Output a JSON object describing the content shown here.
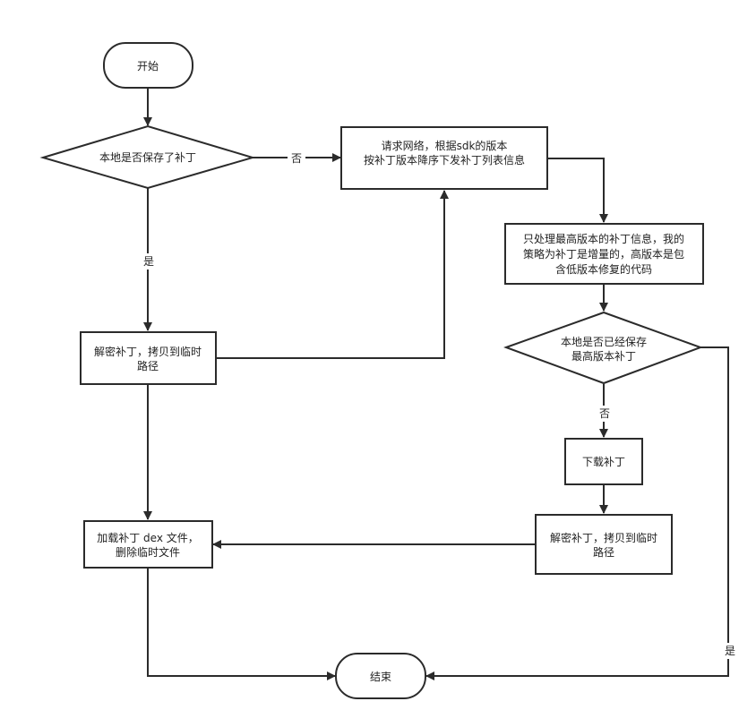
{
  "nodes": {
    "start": "开始",
    "check_local": "本地是否保存了补丁",
    "request_network": [
      "请求网络，根据sdk的版本",
      "按补丁版本降序下发补丁列表信息"
    ],
    "process_latest": [
      "只处理最高版本的补丁信息，我的",
      "策略为补丁是增量的，高版本是包",
      "含低版本修复的代码"
    ],
    "check_saved_latest": [
      "本地是否已经保存",
      "最高版本补丁"
    ],
    "download_patch": "下载补丁",
    "decrypt_left": [
      "解密补丁，拷贝到临时",
      "路径"
    ],
    "decrypt_right": [
      "解密补丁，拷贝到临时",
      "路径"
    ],
    "load_patch": [
      "加载补丁 dex 文件，",
      "删除临时文件"
    ],
    "end": "结束"
  },
  "edges": {
    "no_local": "否",
    "yes_local": "是",
    "no_saved": "否",
    "yes_saved": "是"
  },
  "colors": {
    "stroke": "#2b2b2b",
    "fill": "#ffffff",
    "text": "#222222"
  }
}
